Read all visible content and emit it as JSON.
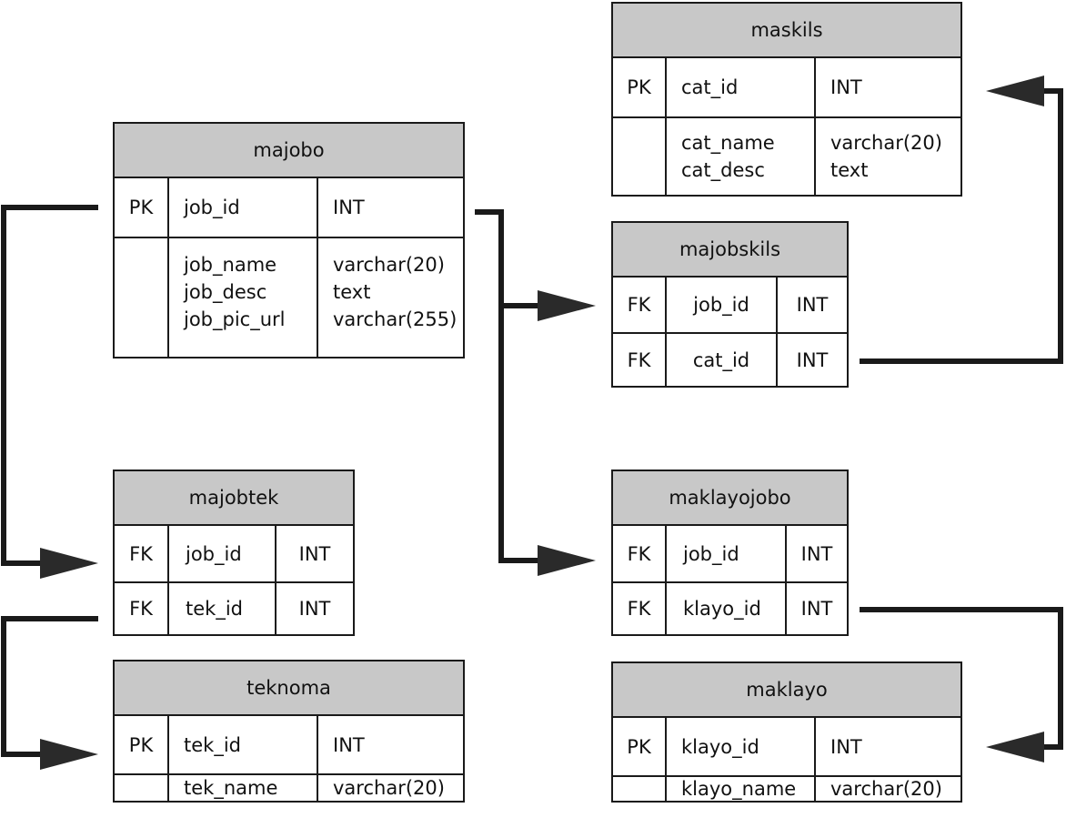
{
  "tables": {
    "maskils": {
      "name": "maskils",
      "pk": {
        "key": "PK",
        "field": "cat_id",
        "type": "INT"
      },
      "fields": [
        "cat_name",
        "cat_desc"
      ],
      "types": [
        "varchar(20)",
        "text"
      ]
    },
    "majobo": {
      "name": "majobo",
      "pk": {
        "key": "PK",
        "field": "job_id",
        "type": "INT"
      },
      "fields": [
        "job_name",
        "job_desc",
        "job_pic_url"
      ],
      "types": [
        "varchar(20)",
        "text",
        "varchar(255)"
      ]
    },
    "majobskils": {
      "name": "majobskils",
      "rows": [
        {
          "key": "FK",
          "field": "job_id",
          "type": "INT"
        },
        {
          "key": "FK",
          "field": "cat_id",
          "type": "INT"
        }
      ]
    },
    "majobtek": {
      "name": "majobtek",
      "rows": [
        {
          "key": "FK",
          "field": "job_id",
          "type": "INT"
        },
        {
          "key": "FK",
          "field": "tek_id",
          "type": "INT"
        }
      ]
    },
    "maklayojobo": {
      "name": "maklayojobo",
      "rows": [
        {
          "key": "FK",
          "field": "job_id",
          "type": "INT"
        },
        {
          "key": "FK",
          "field": "klayo_id",
          "type": "INT"
        }
      ]
    },
    "teknoma": {
      "name": "teknoma",
      "pk": {
        "key": "PK",
        "field": "tek_id",
        "type": "INT"
      },
      "fields": [
        "tek_name"
      ],
      "types": [
        "varchar(20)"
      ]
    },
    "maklayo": {
      "name": "maklayo",
      "pk": {
        "key": "PK",
        "field": "klayo_id",
        "type": "INT"
      },
      "fields": [
        "klayo_name"
      ],
      "types": [
        "varchar(20)"
      ]
    }
  },
  "colors": {
    "header_fill": "#c8c8c8",
    "line": "#1a1a1a",
    "arrow": "#2a2a2a"
  }
}
